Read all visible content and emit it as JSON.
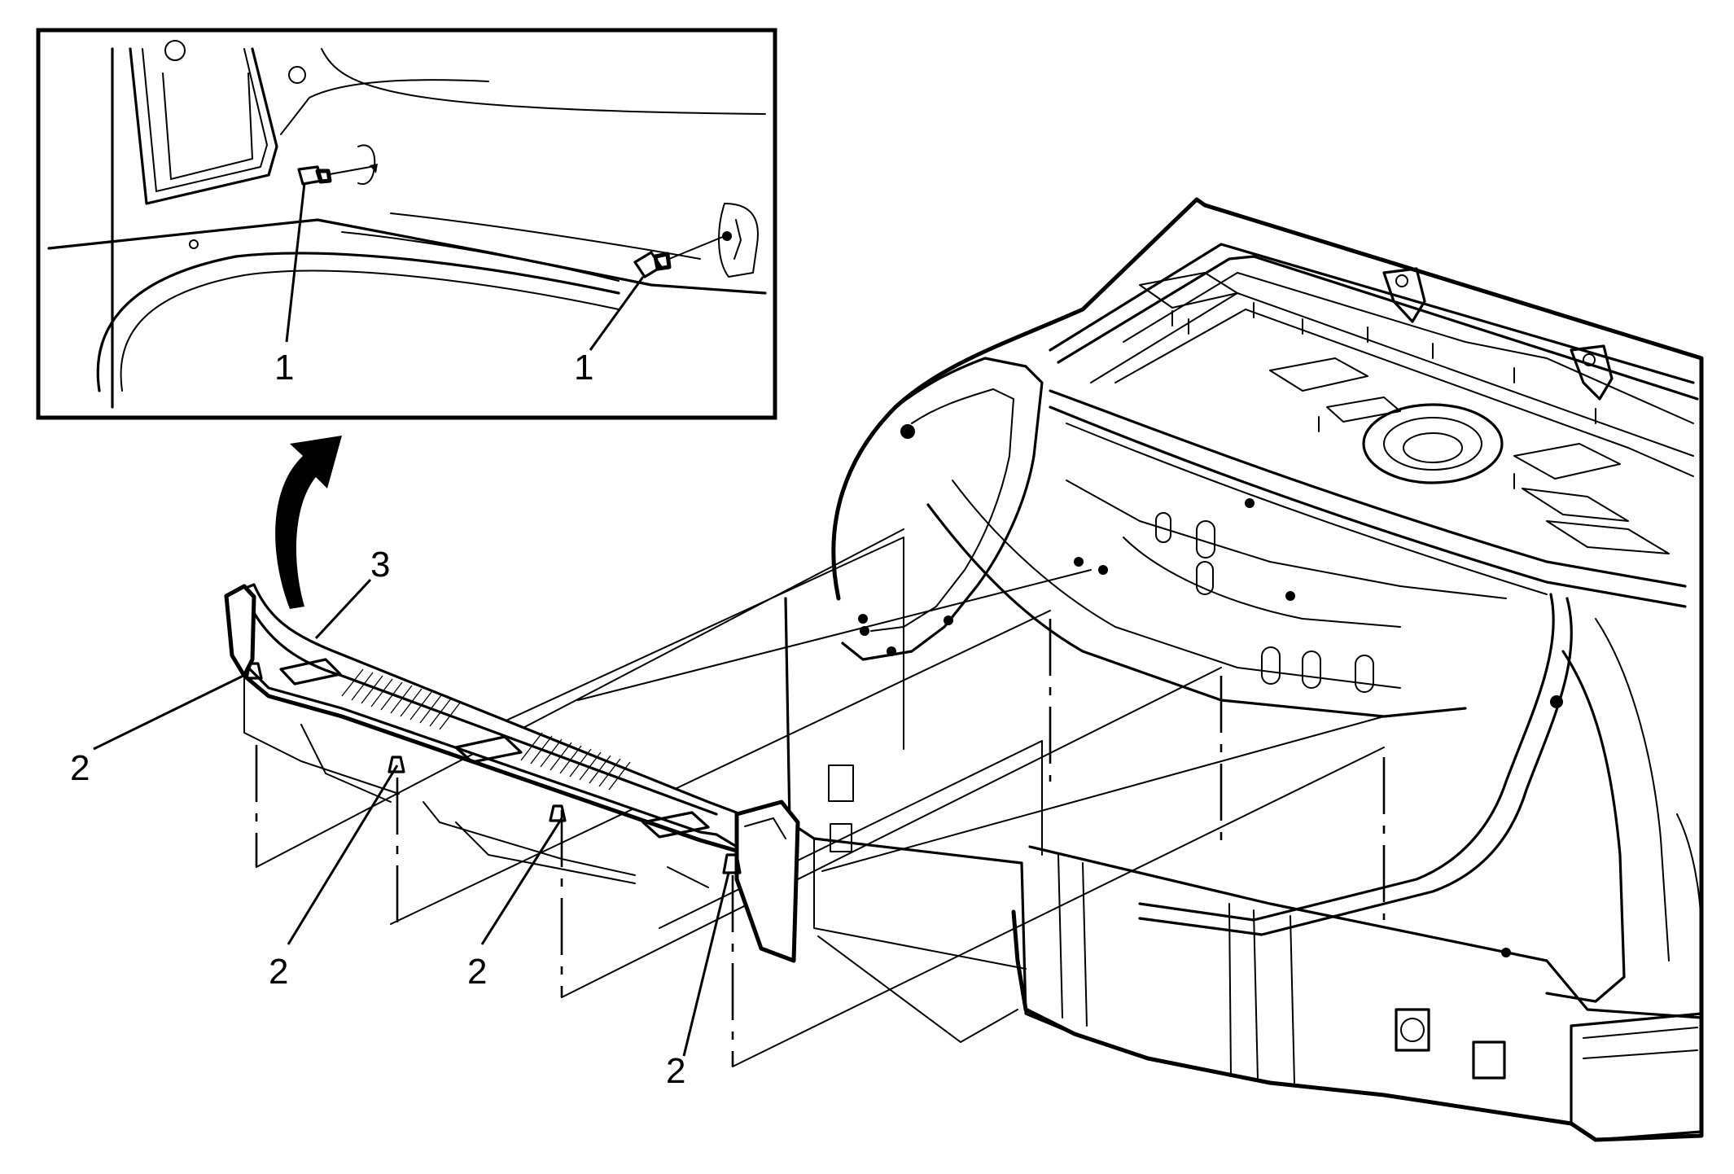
{
  "callouts": {
    "inset_fastener_left": "1",
    "inset_fastener_right": "1",
    "sill_plate": "3",
    "retainer_far_left": "2",
    "retainer_mid_left": "2",
    "retainer_mid_right": "2",
    "retainer_far_right": "2"
  },
  "colors": {
    "line": "#000000",
    "background": "#ffffff"
  },
  "icons": {
    "detail_arrow": "curved-arrow-icon"
  }
}
